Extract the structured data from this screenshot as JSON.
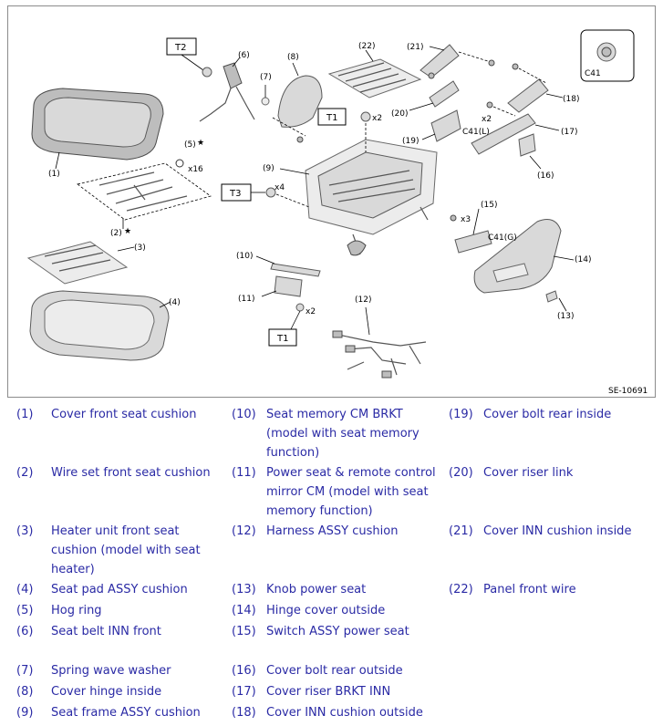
{
  "diagram": {
    "figure_id": "SE-10691",
    "callouts": {
      "c1": "(1)",
      "c2": "(2)",
      "c2_star": "★",
      "c3": "(3)",
      "c4": "(4)",
      "c5": "(5)",
      "c5_star": "★",
      "c5_qty": "x16",
      "c6": "(6)",
      "c7": "(7)",
      "c8": "(8)",
      "c9": "(9)",
      "c10": "(10)",
      "c11": "(11)",
      "c12": "(12)",
      "c13": "(13)",
      "c14": "(14)",
      "c15": "(15)",
      "c16": "(16)",
      "c17": "(17)",
      "c18": "(18)",
      "c19": "(19)",
      "c20": "(20)",
      "c21": "(21)",
      "c22": "(22)"
    },
    "torque_labels": {
      "t2_top": "T2",
      "t1_upper": "T1",
      "t1_upper_qty": "x2",
      "t3": "T3",
      "t3_qty": "x4",
      "t1_lower": "T1",
      "t1_lower_qty": "x2"
    },
    "clip_labels": {
      "c41_box": "C41",
      "c41_l": "C41(L)",
      "c41_l_qty": "x2",
      "c41_g": "C41(G)",
      "screw_qty_15": "x3"
    }
  },
  "legend": [
    [
      {
        "num": "(1)",
        "text": "Cover front seat cushion"
      },
      {
        "num": "(10)",
        "text": "Seat memory CM BRKT (model with seat memory function)"
      },
      {
        "num": "(19)",
        "text": "Cover bolt rear inside"
      }
    ],
    [
      {
        "num": "(2)",
        "text": "Wire set front seat cushion"
      },
      {
        "num": "(11)",
        "text": "Power seat & remote control mirror CM (model with seat memory function)"
      },
      {
        "num": "(20)",
        "text": "Cover riser link"
      }
    ],
    [
      {
        "num": "(3)",
        "text": "Heater unit front seat cushion (model with seat heater)"
      },
      {
        "num": "(12)",
        "text": "Harness ASSY cushion"
      },
      {
        "num": "(21)",
        "text": "Cover INN cushion inside"
      }
    ],
    [
      {
        "num": "(4)",
        "text": "Seat pad ASSY cushion"
      },
      {
        "num": "(13)",
        "text": "Knob power seat"
      },
      {
        "num": "(22)",
        "text": "Panel front wire"
      }
    ],
    [
      {
        "num": "(5)",
        "text": "Hog ring"
      },
      {
        "num": "(14)",
        "text": "Hinge cover outside"
      },
      {
        "num": "",
        "text": ""
      }
    ],
    [
      {
        "num": "(6)",
        "text": "Seat belt INN front"
      },
      {
        "num": "(15)",
        "text": "Switch ASSY power seat"
      },
      {
        "num": "",
        "text": ""
      }
    ],
    [
      {
        "num": "(7)",
        "text": "Spring wave washer"
      },
      {
        "num": "(16)",
        "text": "Cover bolt rear outside"
      },
      {
        "num": "",
        "text": ""
      }
    ],
    [
      {
        "num": "(8)",
        "text": "Cover hinge inside"
      },
      {
        "num": "(17)",
        "text": "Cover riser BRKT INN"
      },
      {
        "num": "",
        "text": ""
      }
    ],
    [
      {
        "num": "(9)",
        "text": "Seat frame ASSY cushion"
      },
      {
        "num": "(18)",
        "text": "Cover INN cushion outside"
      },
      {
        "num": "",
        "text": ""
      }
    ]
  ]
}
